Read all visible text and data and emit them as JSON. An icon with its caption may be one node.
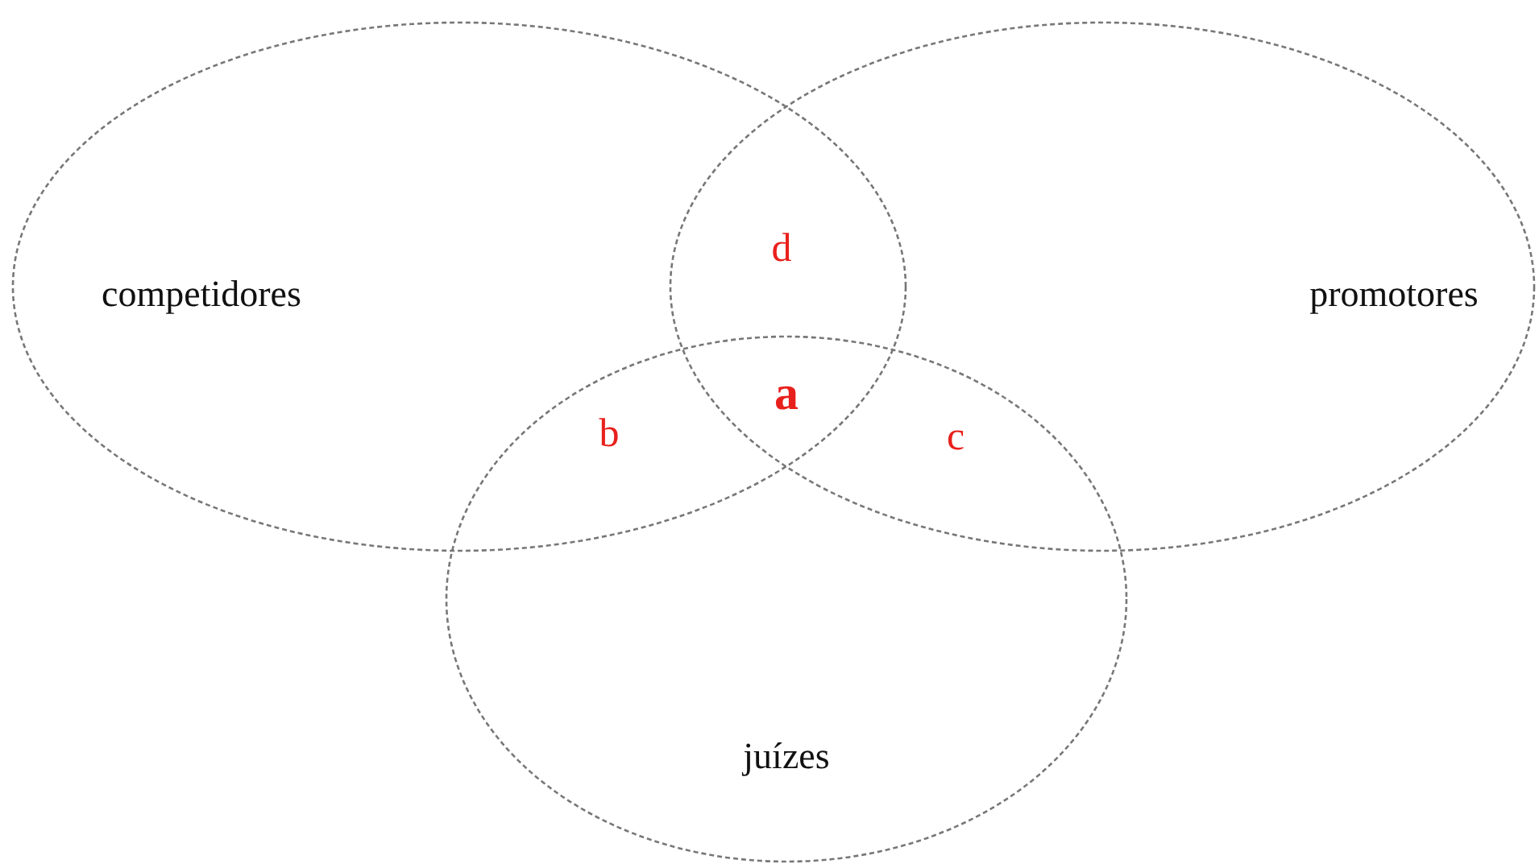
{
  "diagram": {
    "nodes": [
      {
        "text": [
          "competidores"
        ]
      },
      {
        "text": [
          "promotores"
        ]
      },
      {
        "text": [
          "juízes"
        ]
      }
    ],
    "labels": [
      "d",
      "a",
      "b",
      "c"
    ]
  }
}
